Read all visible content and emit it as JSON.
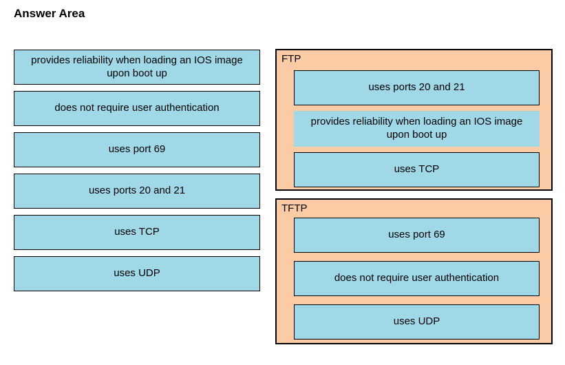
{
  "title": "Answer Area",
  "colors": {
    "item_fill": "#A0D8E8",
    "group_fill": "#FACBA4",
    "border": "#000000",
    "text": "#000000"
  },
  "source_items": [
    "provides reliability when loading an IOS image upon boot up",
    "does not require user authentication",
    "uses port 69",
    "uses ports 20 and 21",
    "uses TCP",
    "uses UDP"
  ],
  "targets": {
    "ftp": {
      "label": "FTP",
      "items": [
        "uses ports 20 and 21",
        "provides reliability when loading an IOS image upon boot up",
        "uses TCP"
      ]
    },
    "tftp": {
      "label": "TFTP",
      "items": [
        "uses port 69",
        "does not require user authentication",
        "uses UDP"
      ]
    }
  }
}
